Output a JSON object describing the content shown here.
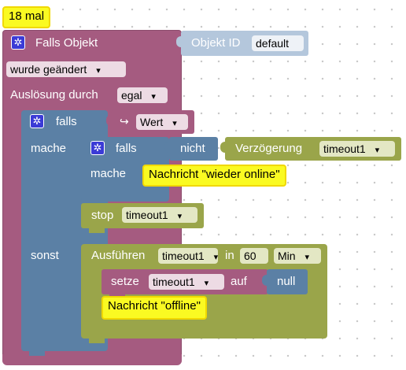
{
  "comment": "18 mal",
  "trigger": {
    "title": "Falls Objekt",
    "object_id_label": "Objekt ID",
    "object_id_value": "default",
    "event": "wurde geändert",
    "trigger_label": "Auslösung durch",
    "trigger_value": "egal"
  },
  "if_block": {
    "if_label": "falls",
    "value_label": "Wert",
    "do_label": "mache",
    "else_label": "sonst"
  },
  "inner_if": {
    "if_label": "falls",
    "not_label": "nicht",
    "delay_label": "Verzögerung",
    "delay_value": "timeout1",
    "do_label": "mache",
    "message": "Nachricht \"wieder online\""
  },
  "stop_block": {
    "label": "stop",
    "value": "timeout1"
  },
  "timeout_block": {
    "label": "Ausführen",
    "timer": "timeout1",
    "in_label": "in",
    "amount": "60",
    "unit": "Min",
    "set_label": "setze",
    "set_var": "timeout1",
    "to_label": "auf",
    "null_label": "null",
    "message": "Nachricht \"offline\""
  },
  "colors": {
    "trigger_block": "#a55b80",
    "logic_block": "#5b80a5",
    "timer_block": "#9aa54a",
    "comment": "#fafa22",
    "object_id_block": "#b4c7dc"
  }
}
